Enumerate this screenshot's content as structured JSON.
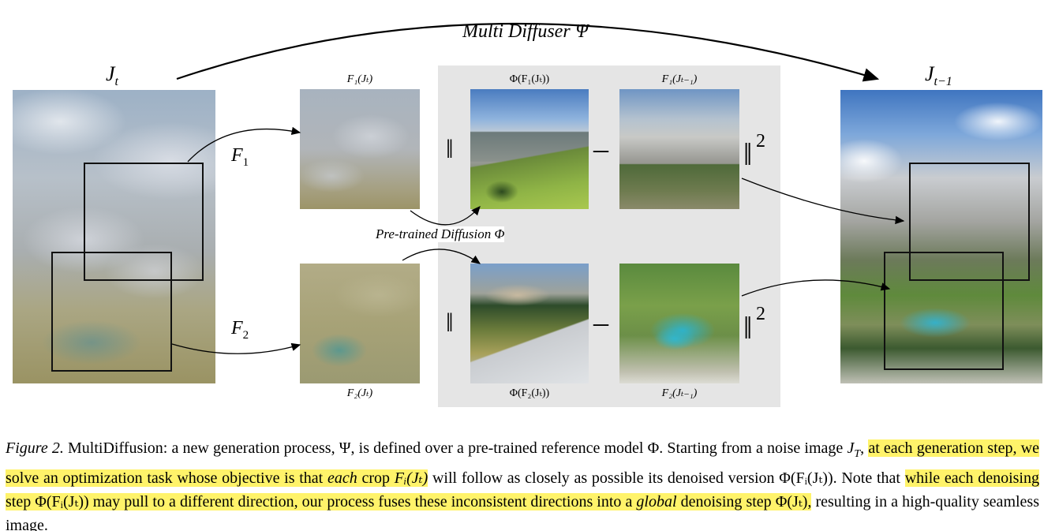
{
  "figure": {
    "top_label": "Multi Diffuser Ψ",
    "jt_label": "J",
    "jt_sub": "t",
    "jt1_label": "J",
    "jt1_sub": "t−1",
    "f1_arrow_label": "F",
    "f1_arrow_sub": "1",
    "f2_arrow_label": "F",
    "f2_arrow_sub": "2",
    "crop_f1_label": "F₁(Jₜ)",
    "crop_f2_label": "F₂(Jₜ)",
    "phi_f1_label": "Φ(F₁(Jₜ))",
    "phi_f2_label": "Φ(F₂(Jₜ))",
    "f1_jt1_label": "F₁(Jₜ₋₁)",
    "f2_jt1_label": "F₂(Jₜ₋₁)",
    "pretrained_label": "Pre-trained Diffusion Φ",
    "norm_open": "‖",
    "norm_close": "‖",
    "minus": "–",
    "exponent": "2"
  },
  "caption": {
    "lead": "Figure 2.",
    "p1": " MultiDiffusion: a new generation process, Ψ, is defined over a pre-trained reference model Φ. Starting from a noise image ",
    "jt_sym": "J",
    "jt_sub": "T",
    "p2": ", ",
    "hl1a": "at each generation step, we solve an optimization task whose objective is that ",
    "hl1_each": "each",
    "hl1b": " crop ",
    "hl1_math": "Fᵢ(Jₜ)",
    "p3": " will follow as closely as possible its denoised version Φ(Fᵢ(Jₜ)). Note that ",
    "hl2a": "while each denoising step Φ(Fᵢ(Jₜ)) may pull to a different direction, our process fuses these inconsistent directions into a ",
    "hl2_global": "global",
    "hl2b": " denoising step Φ(Jₜ),",
    "p4": " resulting in a high-quality seamless image."
  }
}
